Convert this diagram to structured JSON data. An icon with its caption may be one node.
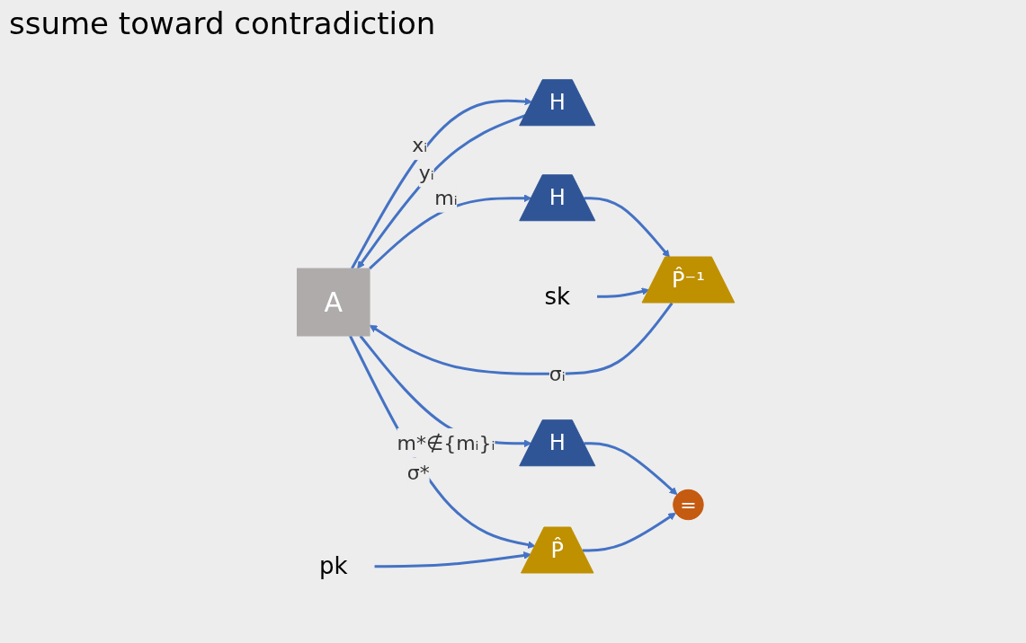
{
  "diagram": {
    "title": "ssume toward contradiction",
    "nodes": [
      {
        "text": [
          "A"
        ]
      },
      {
        "text": [
          "H"
        ]
      },
      {
        "text": [
          "H"
        ]
      },
      {
        "text": [
          "P̂⁻¹"
        ]
      },
      {
        "text": [
          "sk"
        ]
      },
      {
        "text": [
          "H"
        ]
      },
      {
        "text": [
          "P̂"
        ]
      },
      {
        "text": [
          "pk"
        ]
      },
      {
        "text": [
          "="
        ]
      }
    ],
    "edges": [
      {
        "from": 0,
        "to": 1,
        "arrow": "to",
        "label": "xᵢ"
      },
      {
        "from": 1,
        "to": 0,
        "arrow": "to",
        "label": "yᵢ"
      },
      {
        "from": 0,
        "to": 2,
        "arrow": "to",
        "label": "mᵢ"
      },
      {
        "from": 2,
        "to": 3,
        "arrow": "to"
      },
      {
        "from": 4,
        "to": 3,
        "arrow": "to"
      },
      {
        "from": 3,
        "to": 0,
        "arrow": "to",
        "label": "σᵢ"
      },
      {
        "from": 0,
        "to": 5,
        "arrow": "to",
        "label": "m*∉{mᵢ}ᵢ"
      },
      {
        "from": 0,
        "to": 6,
        "arrow": "to",
        "label": "σ*"
      },
      {
        "from": 7,
        "to": 6,
        "arrow": "to"
      },
      {
        "from": 5,
        "to": 8,
        "arrow": "to"
      },
      {
        "from": 6,
        "to": 8,
        "arrow": "to"
      }
    ]
  }
}
